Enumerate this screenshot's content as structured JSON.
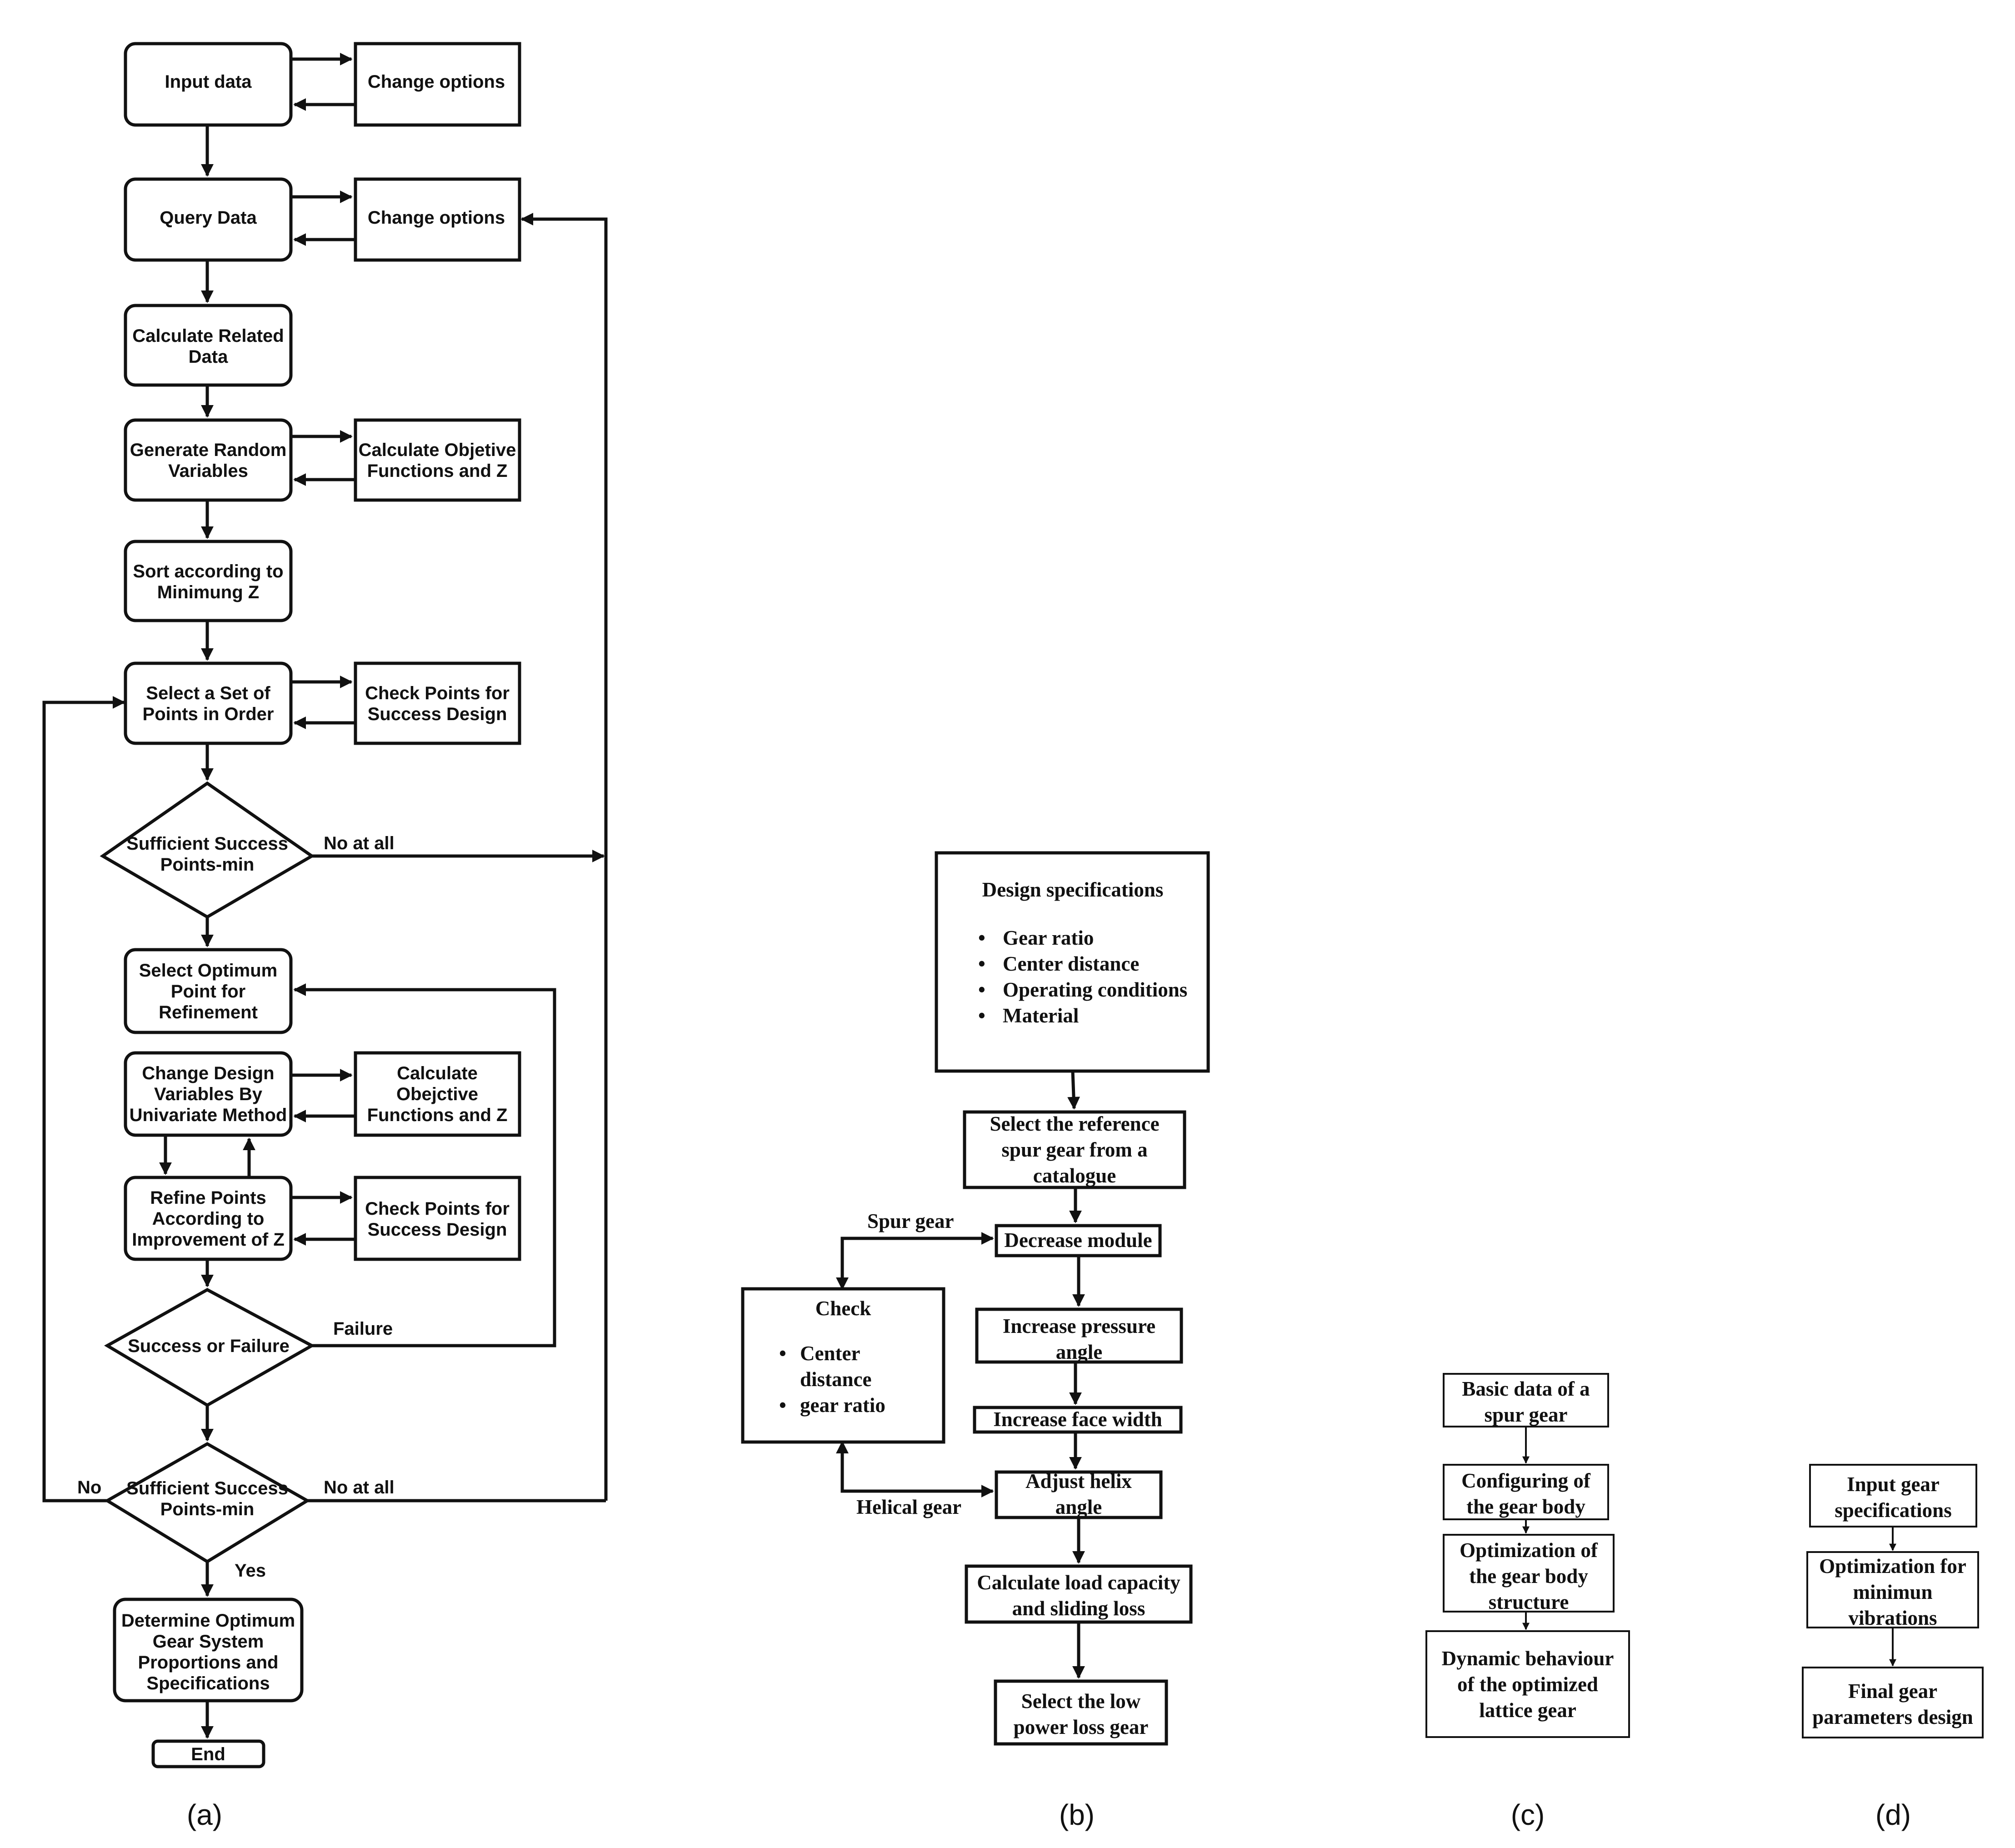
{
  "panel_a": {
    "caption": "(a)",
    "input_data": "Input data",
    "change_options_1": "Change options",
    "query_data": "Query Data",
    "change_options_2": "Change options",
    "calc_related": [
      "Calculate Related",
      "Data"
    ],
    "gen_random": [
      "Generate Random",
      "Variables"
    ],
    "calc_objective": [
      "Calculate Objetive",
      "Functions and Z"
    ],
    "sort": [
      "Sort according to",
      "Minimung Z"
    ],
    "select_set": [
      "Select a Set of",
      "Points in Order"
    ],
    "check_points_1": [
      "Check Points for",
      "Success Design"
    ],
    "sufficient_1": [
      "Sufficient Success",
      "Points-min"
    ],
    "no_at_all_1": "No at all",
    "select_optimum": [
      "Select Optimum",
      "Point for",
      "Refinement"
    ],
    "change_design": [
      "Change  Design",
      "Variables  By",
      "Univariate Method"
    ],
    "calc_objective_2": [
      "Calculate",
      "Obejctive",
      "Functions and Z"
    ],
    "refine_points": [
      "Refine Points",
      "According to",
      "Improvement of Z"
    ],
    "check_points_2": [
      "Check Points for",
      "Success Design"
    ],
    "success_failure": "Success or Failure",
    "failure": "Failure",
    "sufficient_2": [
      "Sufficient Success",
      "Points-min"
    ],
    "no": "No",
    "no_at_all_2": "No at all",
    "yes": "Yes",
    "determine": [
      "Determine Optimum",
      "Gear System",
      "Proportions and",
      "Specifications"
    ],
    "end": "End"
  },
  "panel_b": {
    "caption": "(b)",
    "design_spec_title": "Design specifications",
    "design_spec_items": [
      "Gear ratio",
      "Center distance",
      "Operating conditions",
      "Material"
    ],
    "select_reference": [
      "Select the reference",
      "spur gear from a",
      "catalogue"
    ],
    "spur_gear": "Spur gear",
    "decrease_module": "Decrease module",
    "check_title": "Check",
    "check_items": [
      "Center",
      "distance",
      "gear ratio"
    ],
    "increase_pressure": [
      "Increase pressure",
      "angle"
    ],
    "increase_face": "Increase face width",
    "adjust_helix": [
      "Adjust helix",
      "angle"
    ],
    "helical_gear": "Helical gear",
    "calc_load": [
      "Calculate load capacity",
      "and sliding loss"
    ],
    "select_low": [
      "Select the low",
      "power loss gear"
    ]
  },
  "panel_c": {
    "caption": "(c)",
    "basic_data": [
      "Basic data of a",
      "spur gear"
    ],
    "configuring": [
      "Configuring of",
      "the gear body"
    ],
    "optimization": [
      "Optimization of",
      "the gear body",
      "structure"
    ],
    "dynamic": [
      "Dynamic behaviour",
      "of the optimized",
      "lattice gear"
    ]
  },
  "panel_d": {
    "caption": "(d)",
    "input_gear": [
      "Input gear",
      "specifications"
    ],
    "optimization": [
      "Optimization for",
      "minimun",
      "vibrations"
    ],
    "final": [
      "Final gear",
      "parameters design"
    ]
  }
}
